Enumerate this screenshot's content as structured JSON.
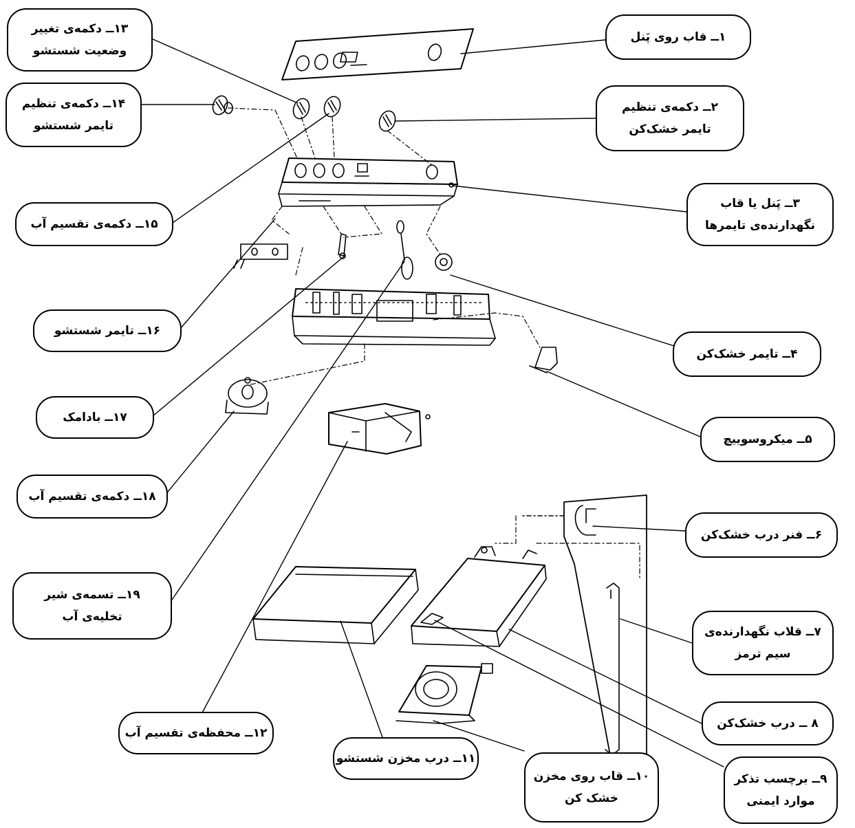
{
  "labels": {
    "l1": {
      "lines": [
        "۱ــ قاب روی پَنل"
      ]
    },
    "l2": {
      "lines": [
        "۲ــ دکمه‌ی تنظیم",
        "تایمر خشک‌کن"
      ]
    },
    "l3": {
      "lines": [
        "۳ــ پَنل یا قاب",
        "نگهدارنده‌ی تایمرها"
      ]
    },
    "l4": {
      "lines": [
        "۴ــ تایمر خشک‌کن"
      ]
    },
    "l5": {
      "lines": [
        "۵ــ میکروسوییچ"
      ]
    },
    "l6": {
      "lines": [
        "۶ــ فنر درب خشک‌کن"
      ]
    },
    "l7": {
      "lines": [
        "۷ــ قلاب نگهدارنده‌ی",
        "سیم ترمز"
      ]
    },
    "l8": {
      "lines": [
        "۸ ــ درب خشک‌کن"
      ]
    },
    "l9": {
      "lines": [
        "۹ــ برچسب تذکر",
        "موارد ایمنی"
      ]
    },
    "l10": {
      "lines": [
        "۱۰ــ قاب روی مخزن",
        "خشک کن"
      ]
    },
    "l11": {
      "lines": [
        "۱۱ــ درب مخزن شستشو"
      ]
    },
    "l12": {
      "lines": [
        "۱۲ــ محفظه‌ی تقسیم آب"
      ]
    },
    "l13": {
      "lines": [
        "۱۳ــ دکمه‌ی تغییر",
        "وضعیت شستشو"
      ]
    },
    "l14": {
      "lines": [
        "۱۴ــ دکمه‌ی تنظیم",
        "تایمر شستشو"
      ]
    },
    "l15": {
      "lines": [
        "۱۵ــ دکمه‌ی تقسیم آب"
      ]
    },
    "l16": {
      "lines": [
        "۱۶ــ تایمر شستشو"
      ]
    },
    "l17": {
      "lines": [
        "۱۷ــ بادامک"
      ]
    },
    "l18": {
      "lines": [
        "۱۸ــ دکمه‌ی تقسیم آب"
      ]
    },
    "l19": {
      "lines": [
        "۱۹ــ تسمه‌ی شیر",
        "تخلیه‌ی آب"
      ]
    }
  }
}
